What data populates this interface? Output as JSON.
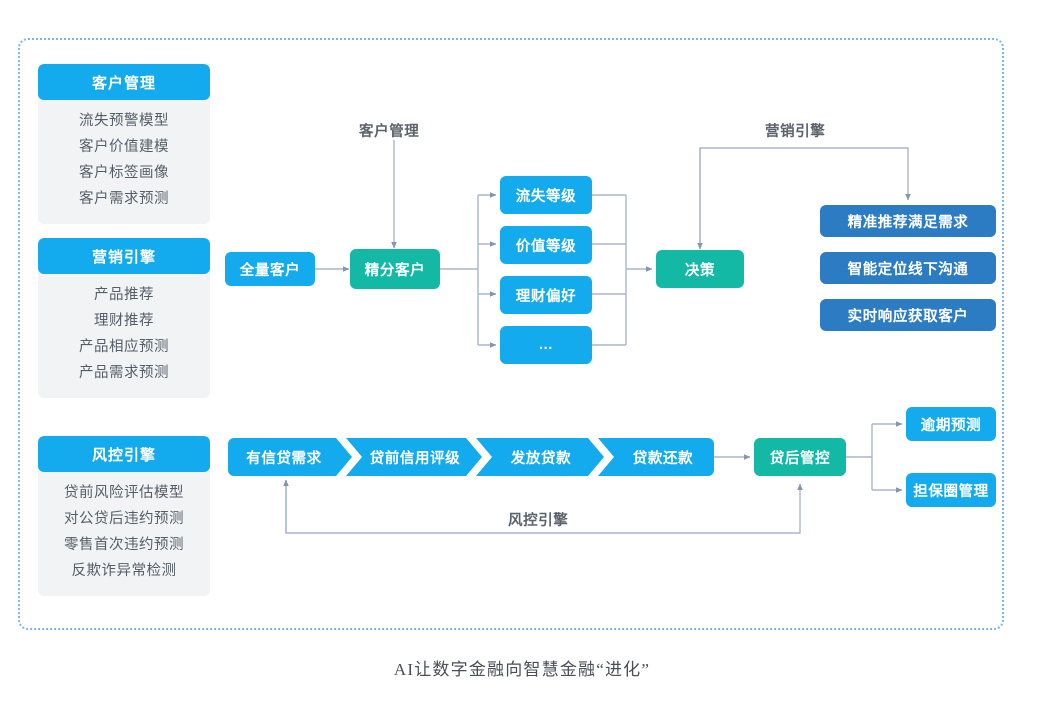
{
  "caption": "AI让数字金融向智慧金融“进化”",
  "colors": {
    "cyan": "#14aaee",
    "teal": "#14b9a6",
    "navy": "#2c7cc4",
    "frame_border": "#7fb6e8",
    "panel_bg": "#f2f3f5",
    "wire": "#a8b6cc",
    "label_text": "#5c636c"
  },
  "sidebar": {
    "panels": [
      {
        "title": "客户管理",
        "items": [
          "流失预警模型",
          "客户价值建模",
          "客户标签画像",
          "客户需求预测"
        ]
      },
      {
        "title": "营销引擎",
        "items": [
          "产品推荐",
          "理财推荐",
          "产品相应预测",
          "产品需求预测"
        ]
      },
      {
        "title": "风控引擎",
        "items": [
          "贷前风险评估模型",
          "对公贷后违约预测",
          "零售首次违约预测",
          "反欺诈异常检测"
        ]
      }
    ]
  },
  "customer_flow": {
    "process_label": "客户管理",
    "marketing_label": "营销引擎",
    "source": "全量客户",
    "segment": "精分客户",
    "segments": [
      "流失等级",
      "价值等级",
      "理财偏好",
      "..."
    ],
    "decision": "决策",
    "outcomes": [
      "精准推荐满足需求",
      "智能定位线下沟通",
      "实时响应获取客户"
    ]
  },
  "loan_flow": {
    "process_label": "风控引擎",
    "steps": [
      "有信贷需求",
      "贷前信用评级",
      "发放贷款",
      "贷款还款"
    ],
    "control": "贷后管控",
    "outcomes": [
      "逾期预测",
      "担保圈管理"
    ]
  }
}
